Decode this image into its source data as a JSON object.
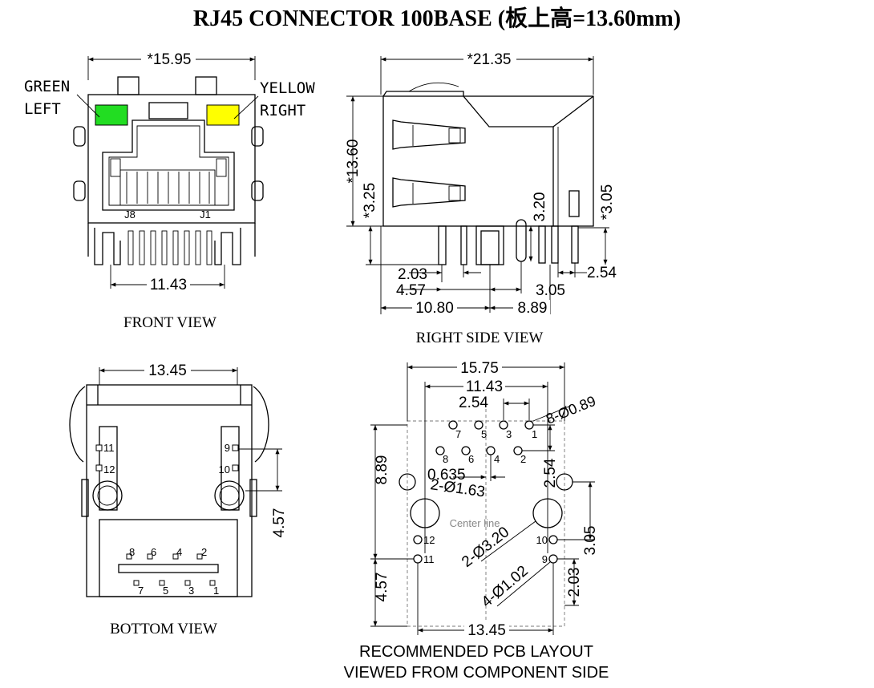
{
  "title": "RJ45 CONNECTOR  100BASE (板上高=13.60mm)",
  "colors": {
    "green_led": "#22dd22",
    "yellow_led": "#ffff00",
    "centerline": "#888888"
  },
  "front_view": {
    "caption": "FRONT VIEW",
    "labels": {
      "green": "GREEN",
      "left": "LEFT",
      "yellow": "YELLOW",
      "right": "RIGHT"
    },
    "pins": {
      "j8": "J8",
      "j1": "J1"
    },
    "dims": {
      "width": "*15.95",
      "pin_span": "11.43"
    }
  },
  "side_view": {
    "caption": "RIGHT SIDE VIEW",
    "dims": {
      "length": "*21.35",
      "height": "*13.60",
      "lower": "*3.25",
      "post": "3.20",
      "right_h": "*3.05",
      "d203": "2.03",
      "d457": "4.57",
      "d305": "3.05",
      "d254": "2.54",
      "d1080": "10.80",
      "d889": "8.89"
    }
  },
  "bottom_view": {
    "caption": "BOTTOM VIEW",
    "dims": {
      "width": "13.45",
      "shield_gap": "4.57"
    },
    "pins": {
      "p11": "11",
      "p12": "12",
      "p9": "9",
      "p10": "10",
      "top_row": [
        "8",
        "6",
        "4",
        "2"
      ],
      "bottom_row": [
        "7",
        "5",
        "3",
        "1"
      ]
    }
  },
  "pcb_layout": {
    "caption_line1": "RECOMMENDED PCB LAYOUT",
    "caption_line2": "VIEWED FROM COMPONENT SIDE",
    "centerline": "Center line",
    "dims": {
      "outer": "15.75",
      "pitch_span": "11.43",
      "pitch2": "2.54",
      "hole_small": "8-Ø0.89",
      "d0635": "0.635",
      "mount_hole": "2-Ø1.63",
      "big_hole": "2-Ø3.20",
      "shield_hole": "4-Ø1.02",
      "left_889": "8.89",
      "left_457": "4.57",
      "right_254": "2.54",
      "right_305": "3.05",
      "right_203": "2.03",
      "bottom_1345": "13.45"
    },
    "pins": {
      "top": [
        "7",
        "5",
        "3",
        "1"
      ],
      "bottom": [
        "8",
        "6",
        "4",
        "2"
      ],
      "p12": "12",
      "p11": "11",
      "p10": "10",
      "p9": "9"
    }
  }
}
